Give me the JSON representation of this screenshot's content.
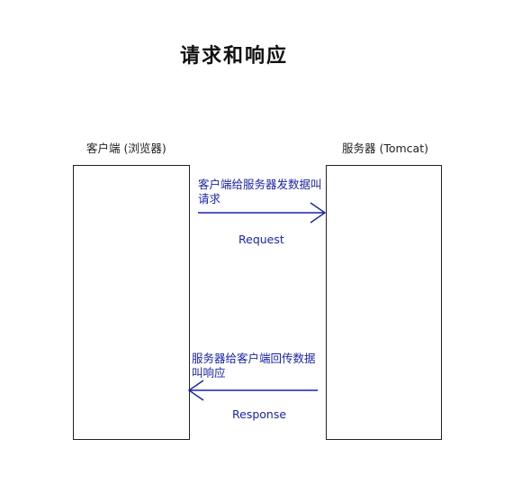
{
  "diagram": {
    "title": "请求和响应",
    "client": {
      "label": "客户端 (浏览器)"
    },
    "server": {
      "label": "服务器 (Tomcat)"
    },
    "request": {
      "annotation": "客户端给服务器发数据叫请求",
      "label": "Request",
      "direction": "client-to-server"
    },
    "response": {
      "annotation": "服务器给客户端回传数据叫响应",
      "label": "Response",
      "direction": "server-to-client"
    }
  },
  "colors": {
    "arrow": "#1a24a8",
    "box_border": "#222222",
    "text": "#111111"
  }
}
